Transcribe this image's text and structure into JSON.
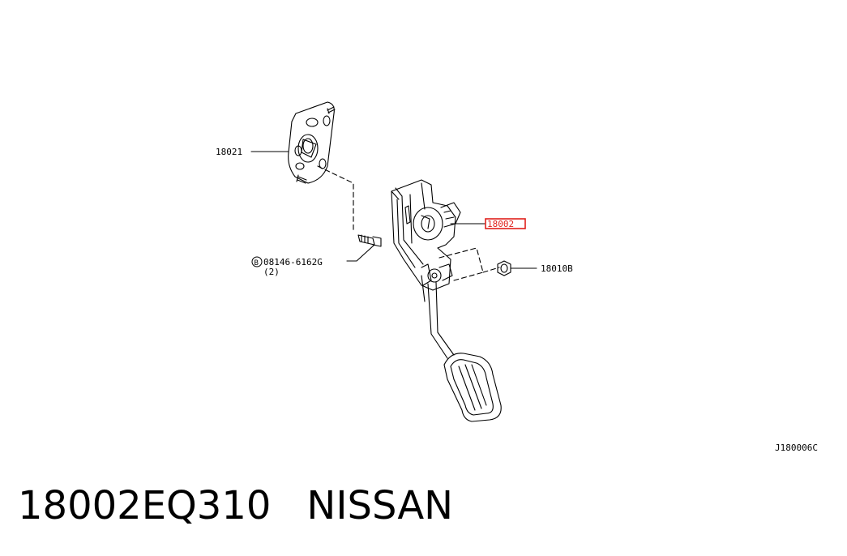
{
  "diagram": {
    "label_bracket_part": "18021",
    "label_pedal_assembly": "18002",
    "label_bolt": "08146-6162G",
    "label_bolt_qty": "(2)",
    "label_bolt_prefix": "B",
    "label_nut": "18010B",
    "drawing_code": "J180006C",
    "highlight_color": "#e0201b"
  },
  "caption": {
    "part_number": "18002EQ310",
    "brand": "NISSAN"
  }
}
